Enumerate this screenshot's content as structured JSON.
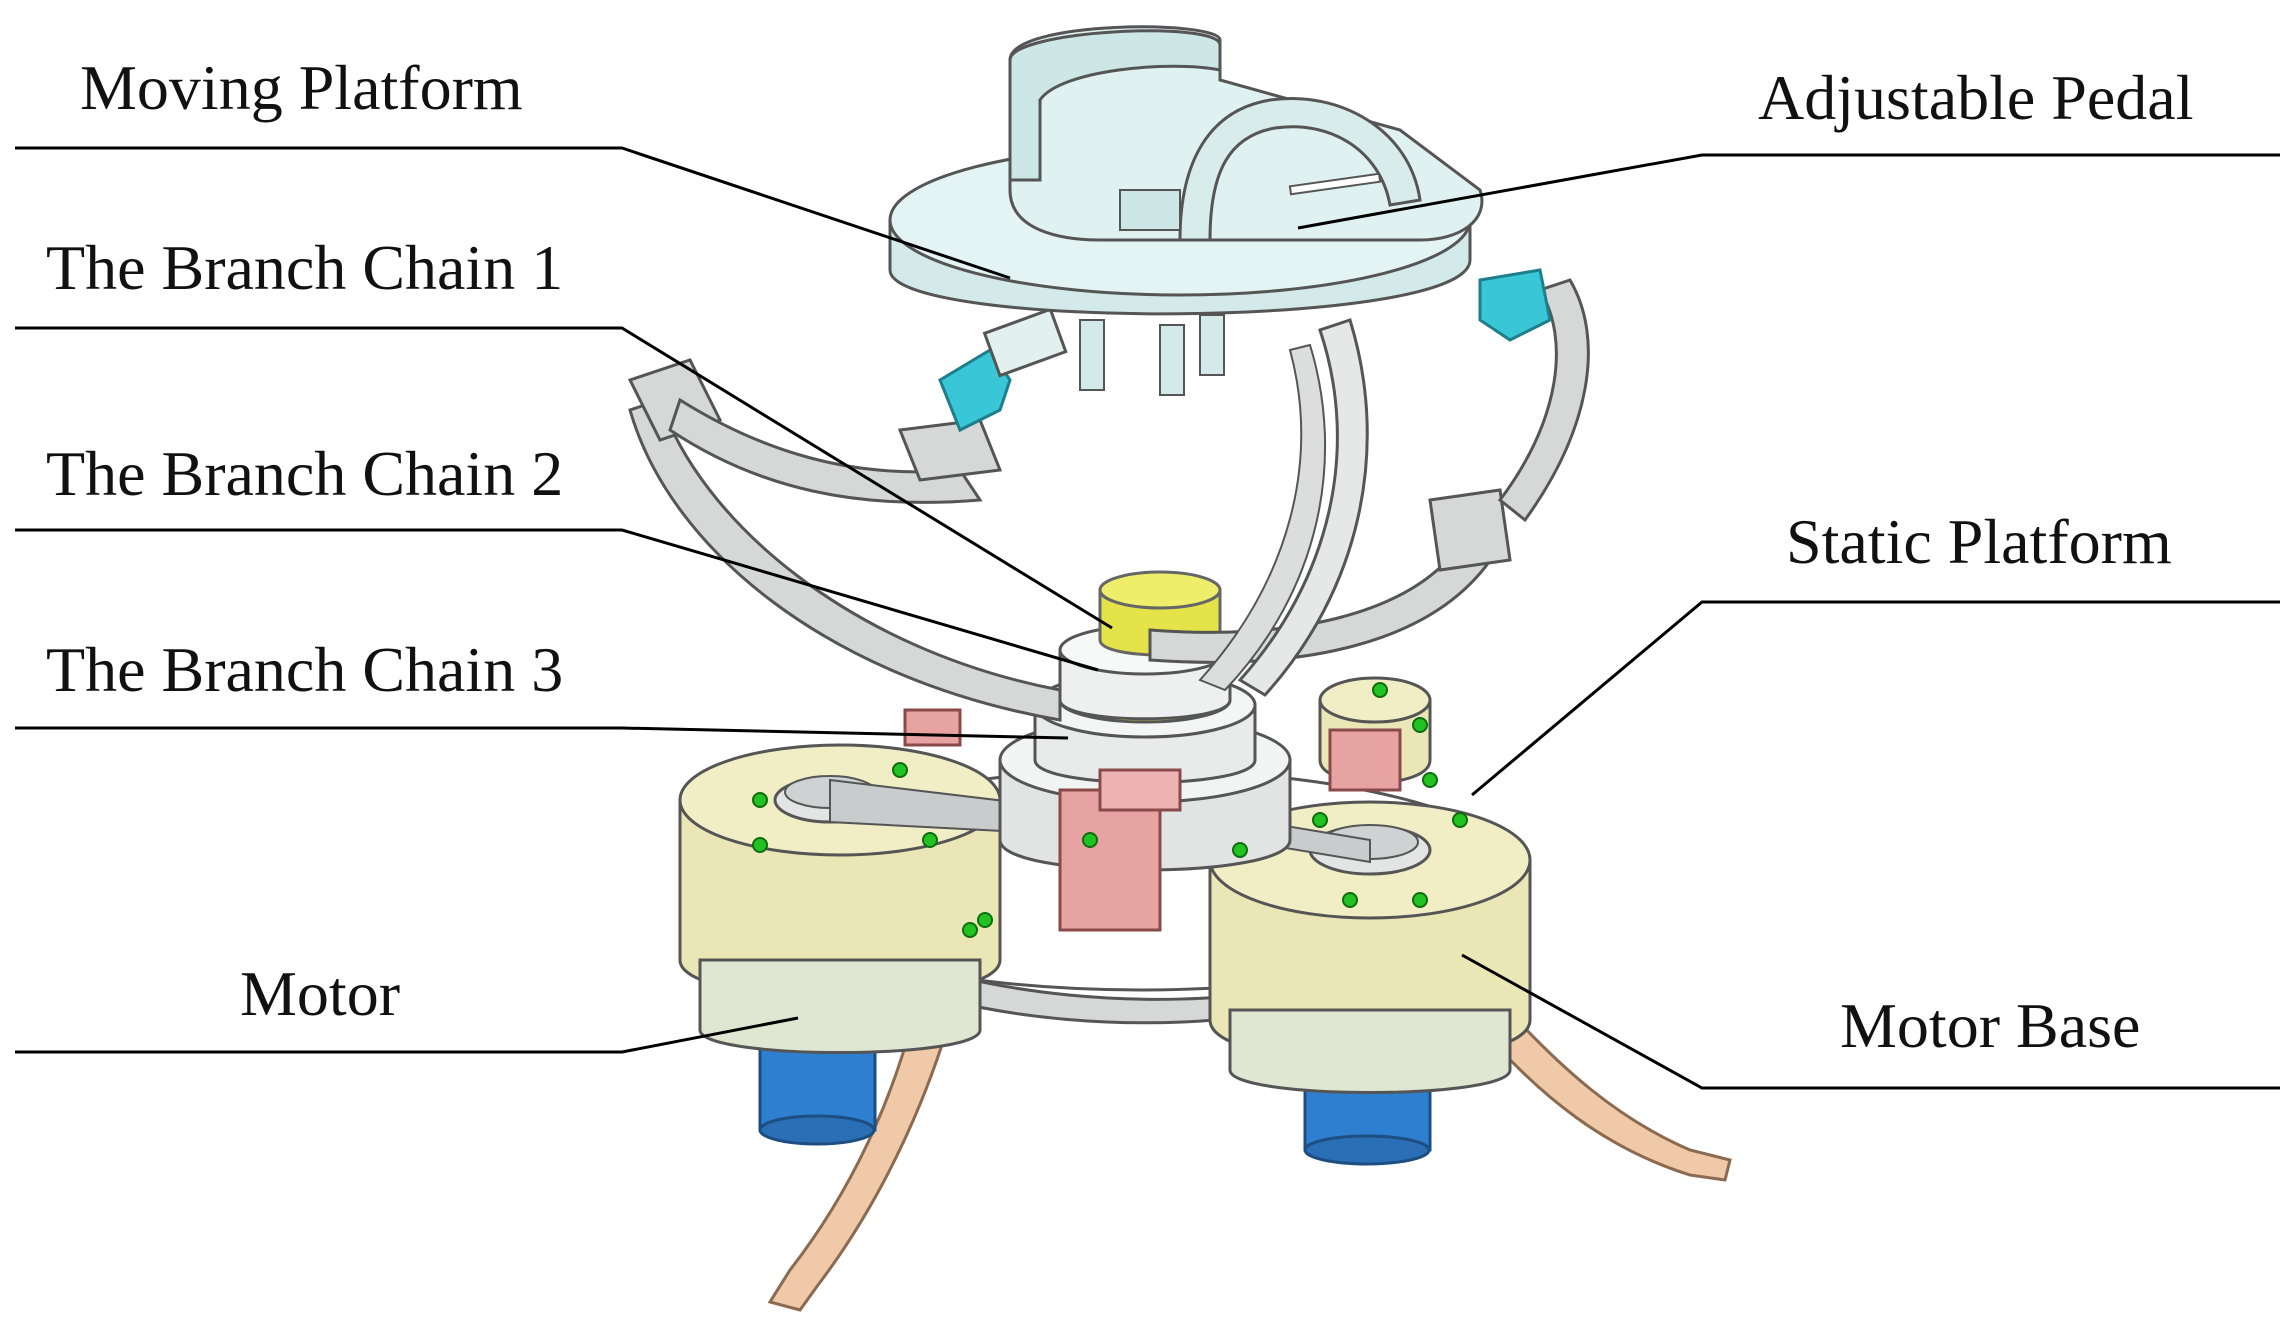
{
  "labels": {
    "moving_platform": "Moving Platform",
    "branch_chain_1": "The Branch Chain 1",
    "branch_chain_2": "The Branch Chain 2",
    "branch_chain_3": "The Branch Chain 3",
    "motor": "Motor",
    "adjustable_pedal": "Adjustable Pedal",
    "static_platform": "Static Platform",
    "motor_base": "Motor Base"
  },
  "colors": {
    "platform": "#dbeeee",
    "arc_chain": "#d6d8d8",
    "joint_cyan": "#39c6d6",
    "yellow_cap": "#e4e44a",
    "motor_base": "#eae6b5",
    "motor_blue": "#2f7fd0",
    "legs": "#f0c9a8",
    "pink_block": "#e7a2a2",
    "screw_green": "#22c222",
    "leader_line": "#000000"
  }
}
